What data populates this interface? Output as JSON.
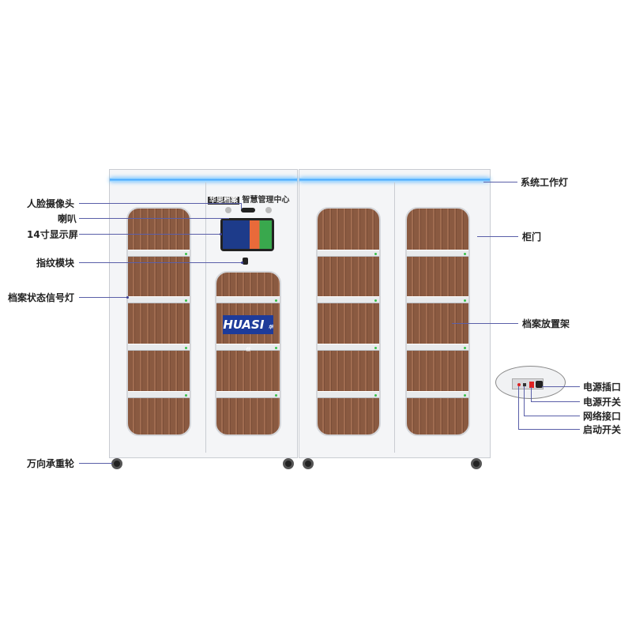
{
  "header": {
    "brand_logo": "华思档案",
    "title": "智慧管理中心"
  },
  "door_logo": {
    "text": "HUASI",
    "sub": "华仕"
  },
  "labels_left": [
    "人脸摄像头",
    "喇叭",
    "14寸显示屏",
    "指纹模块",
    "档案状态信号灯",
    "万向承重轮"
  ],
  "labels_right": [
    "系统工作灯",
    "柜门",
    "档案放置架"
  ],
  "power_panel": [
    "电源插口",
    "电源开关",
    "网络接口",
    "启动开关"
  ],
  "colors": {
    "light_strip": "#3fa6ff",
    "folder": "#8a5a41",
    "leader": "#5a5fa8",
    "status_led": "#39c24a"
  }
}
